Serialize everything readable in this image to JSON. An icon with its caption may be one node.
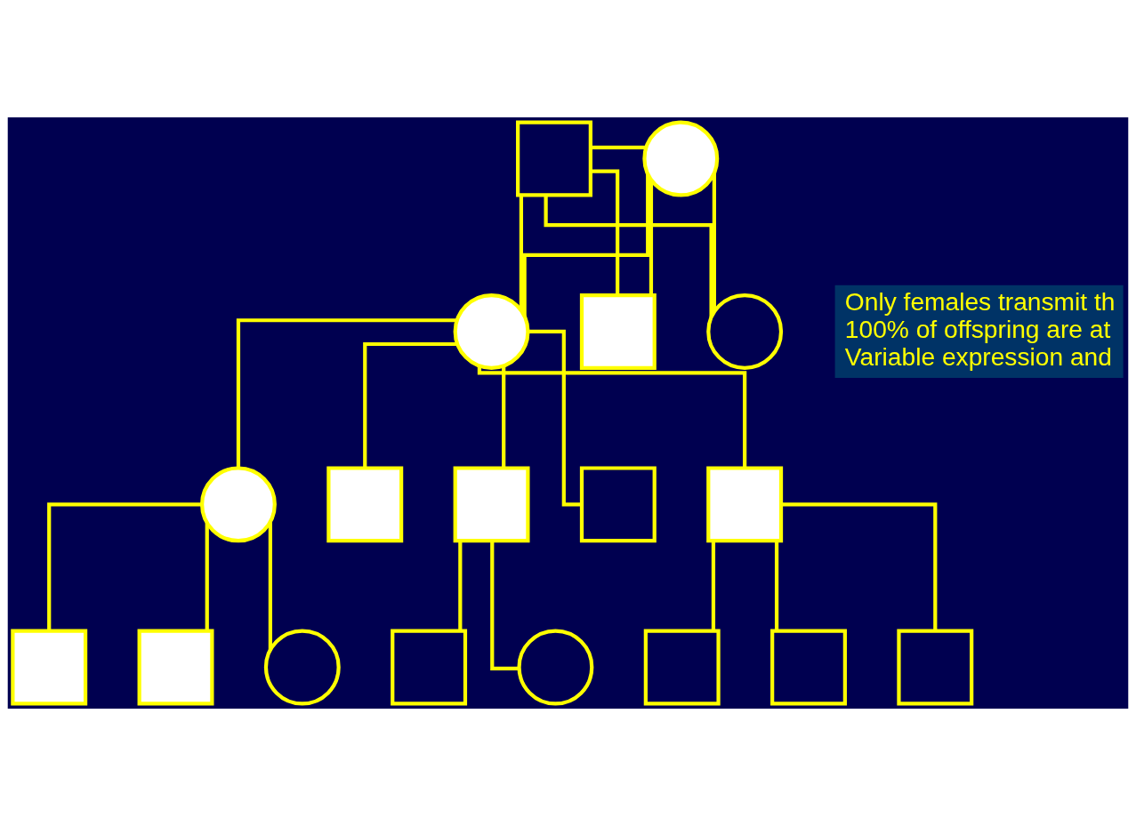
{
  "diagram": {
    "nodes": [
      {
        "text": [],
        "shape": "box"
      },
      {
        "text": [],
        "shape": "circle"
      },
      {
        "text": [],
        "shape": "circle"
      },
      {
        "text": [],
        "shape": "box"
      },
      {
        "text": [],
        "shape": "circle"
      },
      {
        "text": [],
        "shape": "circle"
      },
      {
        "text": [],
        "shape": "box"
      },
      {
        "text": [],
        "shape": "box"
      },
      {
        "text": [],
        "shape": "box"
      },
      {
        "text": [],
        "shape": "box"
      },
      {
        "text": [],
        "shape": "box"
      },
      {
        "text": [],
        "shape": "box"
      },
      {
        "text": [],
        "shape": "circle"
      },
      {
        "text": [],
        "shape": "box"
      },
      {
        "text": [],
        "shape": "circle"
      },
      {
        "text": [],
        "shape": "box"
      },
      {
        "text": [],
        "shape": "box"
      },
      {
        "text": [],
        "shape": "box"
      }
    ],
    "edges": [
      {
        "from": 0,
        "to": 1,
        "arrow": "none"
      },
      {
        "from": 1,
        "to": 2,
        "arrow": "none"
      },
      {
        "from": 1,
        "to": 3,
        "arrow": "none"
      },
      {
        "from": 1,
        "to": 4,
        "arrow": "none"
      },
      {
        "from": 0,
        "to": 2,
        "arrow": "none"
      },
      {
        "from": 0,
        "to": 3,
        "arrow": "none"
      },
      {
        "from": 0,
        "to": 4,
        "arrow": "none"
      },
      {
        "from": 2,
        "to": 5,
        "arrow": "none"
      },
      {
        "from": 2,
        "to": 6,
        "arrow": "none"
      },
      {
        "from": 2,
        "to": 7,
        "arrow": "none"
      },
      {
        "from": 2,
        "to": 8,
        "arrow": "none"
      },
      {
        "from": 2,
        "to": 9,
        "arrow": "none"
      },
      {
        "from": 5,
        "to": 10,
        "arrow": "none"
      },
      {
        "from": 5,
        "to": 11,
        "arrow": "none"
      },
      {
        "from": 5,
        "to": 12,
        "arrow": "none"
      },
      {
        "from": 7,
        "to": 13,
        "arrow": "none"
      },
      {
        "from": 7,
        "to": 14,
        "arrow": "none"
      },
      {
        "from": 9,
        "to": 15,
        "arrow": "none"
      },
      {
        "from": 9,
        "to": 16,
        "arrow": "none"
      },
      {
        "from": 9,
        "to": 17,
        "arrow": "none"
      }
    ],
    "labels": [
      "Only females transmit th",
      "100% of offspring are at",
      "Variable expression and"
    ]
  }
}
